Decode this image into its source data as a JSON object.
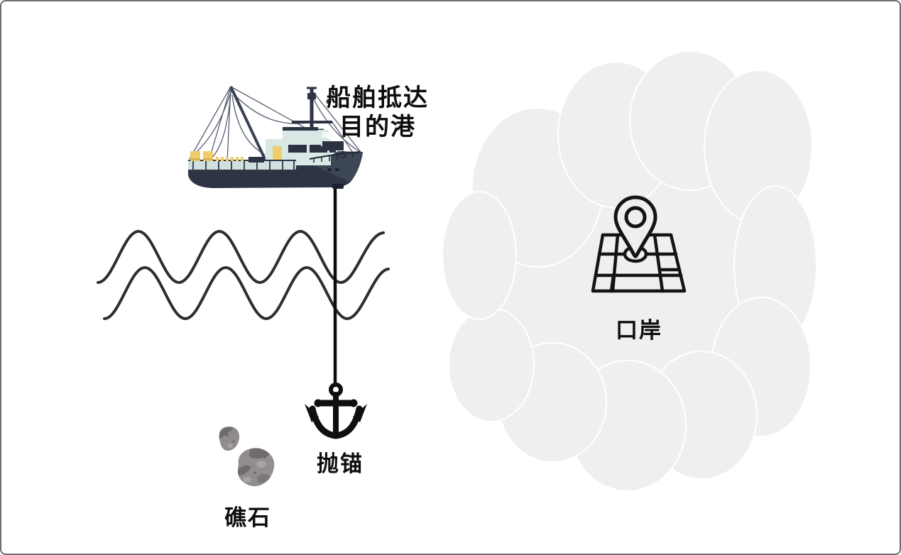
{
  "diagram": {
    "labels": {
      "ship_arrival_line1": "船舶抵达",
      "ship_arrival_line2": "目的港",
      "anchor": "抛锚",
      "reef": "礁石",
      "port": "口岸"
    },
    "colors": {
      "hull_navy": "#2e3444",
      "bow_navy": "#3d4655",
      "cabin_pale": "#d9e8e4",
      "railing_pale": "#cfe0de",
      "cargo_yellow": "#eecd6a",
      "window_dark": "#2b3242",
      "wave_line": "#2e2e2e",
      "anchor_black": "#0f0f0f",
      "cloud_gray": "#f0efef",
      "rock_gray": "#918e8d",
      "rock_dark": "#6f6c6b",
      "rock_light": "#a6a3a2",
      "text_black": "#0d0d0d",
      "frame_border": "#6e6e6e"
    }
  }
}
